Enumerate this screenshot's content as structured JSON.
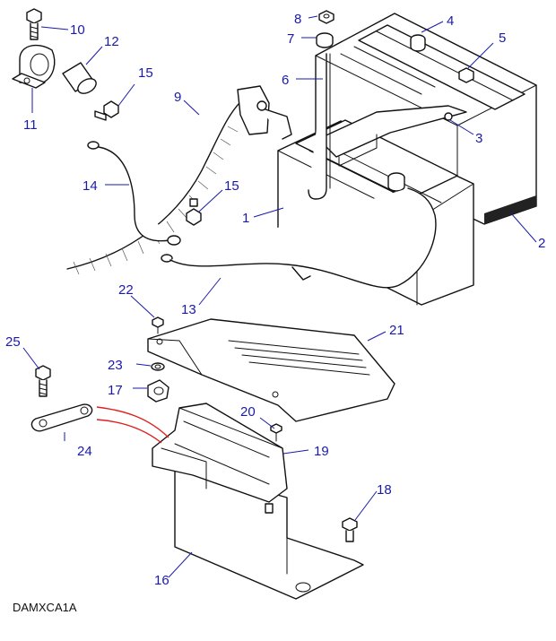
{
  "diagram_ref": "DAMXCA1A",
  "callouts": {
    "c1": "1",
    "c2": "2",
    "c3": "3",
    "c4": "4",
    "c5": "5",
    "c6": "6",
    "c7": "7",
    "c8": "8",
    "c9": "9",
    "c10": "10",
    "c11": "11",
    "c12": "12",
    "c13": "13",
    "c14": "14",
    "c15a": "15",
    "c15b": "15",
    "c16": "16",
    "c17": "17",
    "c18": "18",
    "c19": "19",
    "c20": "20",
    "c21": "21",
    "c22": "22",
    "c23": "23",
    "c24": "24",
    "c25": "25"
  }
}
